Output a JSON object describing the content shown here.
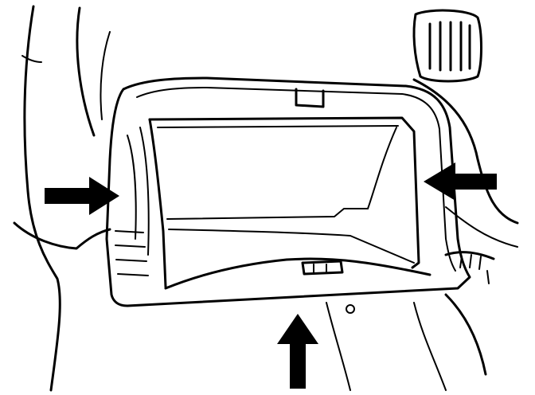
{
  "diagram": {
    "subject": "glove box",
    "colors": {
      "line": "#000000",
      "background": "#ffffff"
    },
    "callouts": [
      {
        "icon": "arrow-right-icon",
        "direction": "right"
      },
      {
        "icon": "arrow-left-icon",
        "direction": "left"
      },
      {
        "icon": "arrow-up-icon",
        "direction": "up"
      }
    ]
  }
}
